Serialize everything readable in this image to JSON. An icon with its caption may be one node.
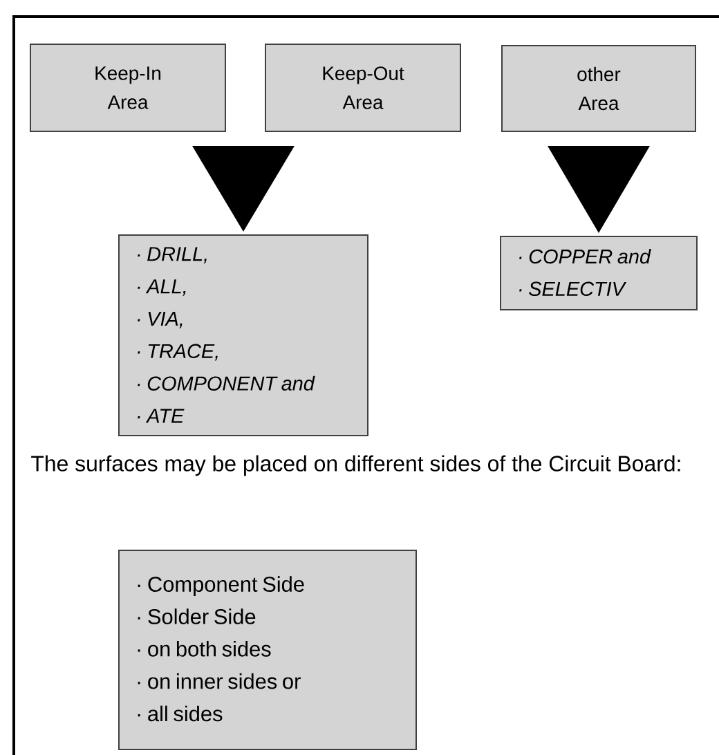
{
  "diagram": {
    "nodes": [
      {
        "text": [
          "Keep-In Area"
        ]
      },
      {
        "text": [
          "Keep-Out Area"
        ]
      },
      {
        "text": [
          "other Area"
        ]
      },
      {
        "text": [
          "· DRILL,",
          "· ALL,",
          "· VIA,",
          "· TRACE,",
          "· COMPONENT and",
          "· ATE"
        ]
      },
      {
        "text": [
          "· COPPER and",
          "· SELECTIV"
        ]
      },
      {
        "text": [
          "· Component Side",
          "· Solder Side",
          "· on both sides",
          "· on inner sides or",
          "· all sides"
        ]
      }
    ],
    "edges": [
      {
        "from": 0,
        "to": 3,
        "arrow": "to"
      },
      {
        "from": 1,
        "to": 3,
        "arrow": "to"
      },
      {
        "from": 2,
        "to": 4,
        "arrow": "to"
      }
    ],
    "labels": [
      "The surfaces may be placed on different sides of the Circuit Board:"
    ]
  }
}
